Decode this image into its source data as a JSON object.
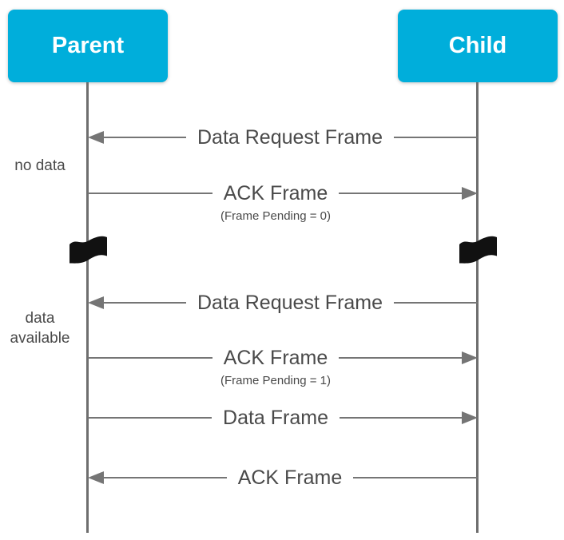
{
  "diagram": {
    "title": "Parent-Child data request sequence",
    "colors": {
      "actor_fill": "#00AEDB",
      "actor_text": "#ffffff",
      "line": "#757575",
      "lifeline": "#6e6e6e",
      "label_text": "#4a4a4a",
      "flag": "#111111"
    },
    "actors": [
      {
        "label": "Parent"
      },
      {
        "label": "Child"
      }
    ],
    "messages": [
      {
        "label": "Data Request Frame",
        "sub": "",
        "direction": "left",
        "from": "Child",
        "to": "Parent"
      },
      {
        "label": "ACK Frame",
        "sub": "(Frame Pending = 0)",
        "direction": "right",
        "from": "Parent",
        "to": "Child"
      },
      {
        "label": "Data Request Frame",
        "sub": "",
        "direction": "left",
        "from": "Child",
        "to": "Parent"
      },
      {
        "label": "ACK Frame",
        "sub": "(Frame Pending = 1)",
        "direction": "right",
        "from": "Parent",
        "to": "Child"
      },
      {
        "label": "Data Frame",
        "sub": "",
        "direction": "right",
        "from": "Parent",
        "to": "Child"
      },
      {
        "label": "ACK Frame",
        "sub": "",
        "direction": "left",
        "from": "Child",
        "to": "Parent"
      }
    ],
    "annotations": [
      {
        "line1": "no data",
        "line2": ""
      },
      {
        "line1": "data",
        "line2": "available"
      }
    ],
    "icons": [
      {
        "name": "flag-icon",
        "meaning": "time break on Parent lifeline"
      },
      {
        "name": "flag-icon",
        "meaning": "time break on Child lifeline"
      }
    ]
  }
}
